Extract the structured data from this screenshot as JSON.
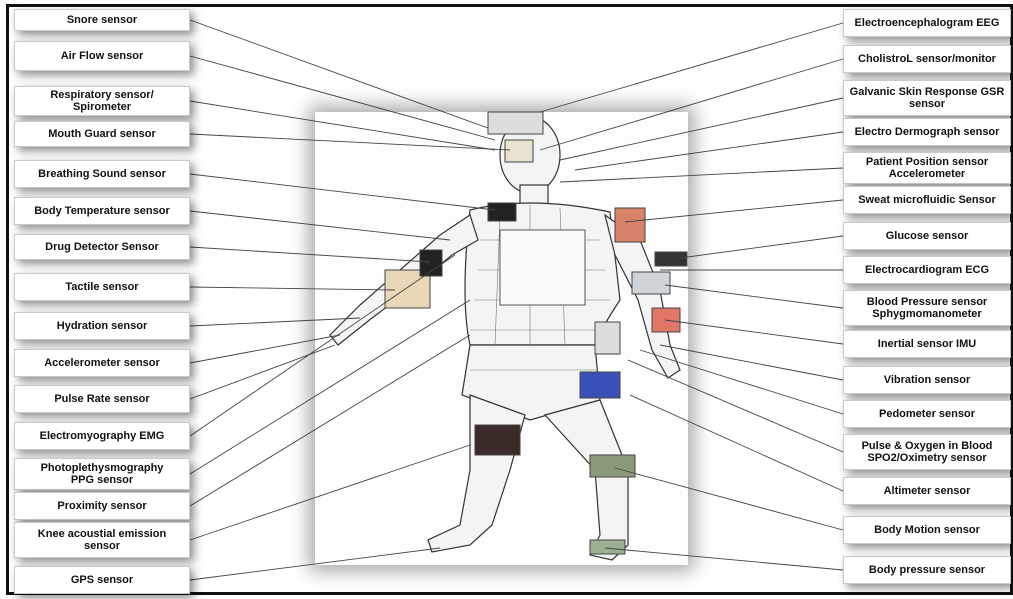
{
  "left_sensors": [
    "Snore sensor",
    "Air Flow sensor",
    "Respiratory sensor/\nSpirometer",
    "Mouth Guard sensor",
    "Breathing Sound sensor",
    "Body Temperature sensor",
    "Drug Detector Sensor",
    "Tactile sensor",
    "Hydration sensor",
    "Accelerometer sensor",
    "Pulse Rate sensor",
    "Electromyography EMG",
    "Photoplethysmography\nPPG sensor",
    "Proximity sensor",
    "Knee acoustial emission\nsensor",
    "GPS sensor"
  ],
  "right_sensors": [
    "Electroencephalogram EEG",
    "CholistroL sensor/monitor",
    "Galvanic Skin Response GSR\nsensor",
    "Electro Dermograph sensor",
    "Patient Position sensor\nAccelerometer",
    "Sweat microfluidic Sensor",
    "Glucose sensor",
    "Electrocardiogram ECG",
    "Blood Pressure sensor\nSphygmomanometer",
    "Inertial sensor IMU",
    "Vibration sensor",
    "Pedometer sensor",
    "Pulse & Oxygen in Blood\nSPO2/Oximetry sensor",
    "Altimeter sensor",
    "Body Motion sensor",
    "Body pressure sensor"
  ]
}
